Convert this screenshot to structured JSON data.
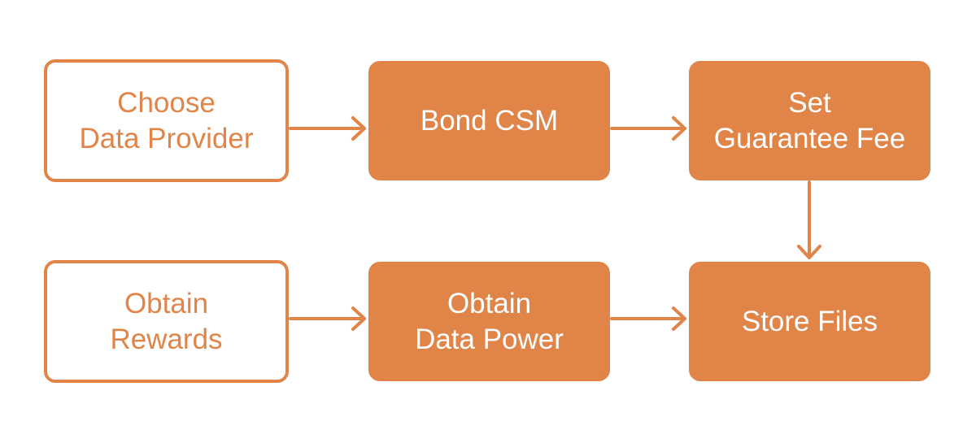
{
  "colors": {
    "accent": "#E08448",
    "background": "#FFFFFF",
    "filled_text": "#FFFFFF"
  },
  "nodes": [
    {
      "id": "choose-data-provider",
      "style": "outline",
      "lines": [
        "Choose",
        "Data Provider"
      ]
    },
    {
      "id": "bond-csm",
      "style": "filled",
      "lines": [
        "Bond CSM"
      ]
    },
    {
      "id": "set-guarantee-fee",
      "style": "filled",
      "lines": [
        "Set",
        "Guarantee Fee"
      ]
    },
    {
      "id": "obtain-rewards",
      "style": "outline",
      "lines": [
        "Obtain",
        "Rewards"
      ]
    },
    {
      "id": "obtain-data-power",
      "style": "filled",
      "lines": [
        "Obtain",
        "Data Power"
      ]
    },
    {
      "id": "store-files",
      "style": "filled",
      "lines": [
        "Store Files"
      ]
    }
  ],
  "edges": [
    {
      "from": "choose-data-provider",
      "to": "bond-csm"
    },
    {
      "from": "bond-csm",
      "to": "set-guarantee-fee"
    },
    {
      "from": "set-guarantee-fee",
      "to": "store-files"
    },
    {
      "from": "obtain-rewards",
      "to": "obtain-data-power"
    },
    {
      "from": "obtain-data-power",
      "to": "store-files"
    }
  ]
}
